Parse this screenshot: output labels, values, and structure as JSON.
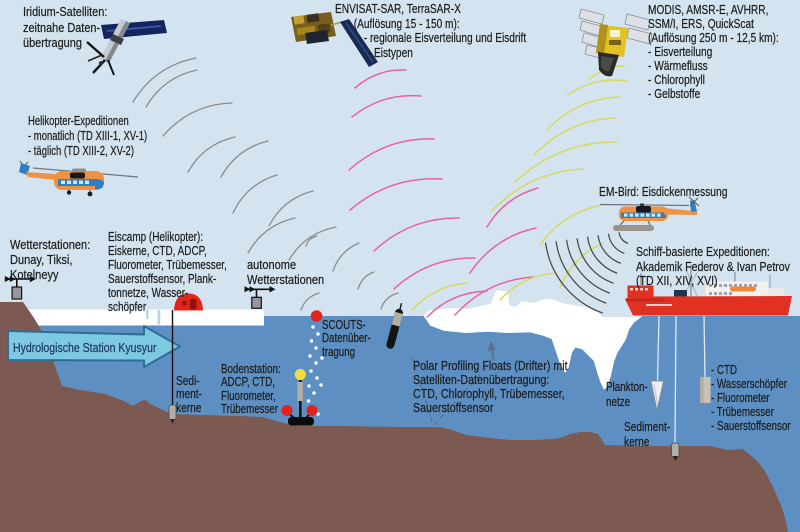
{
  "labels": {
    "iridium": [
      "Iridium-Satelliten:",
      "zeitnahe Daten-",
      "übertragung"
    ],
    "envisat": [
      "ENVISAT-SAR, TerraSAR-X",
      "(Auflösung 15 - 150 m):",
      "- regionale Eisverteilung und Eisdrift",
      "- Eistypen"
    ],
    "modis": [
      "MODIS, AMSR-E, AVHRR,",
      "SSM/I, ERS, QuickScat",
      "(Auflösung 250 m - 12,5 km):",
      "- Eisverteilung",
      "- Wärmefluss",
      "- Chlorophyll",
      "- Gelbstoffe"
    ],
    "heli_expeditionen": [
      "Helikopter-Expeditionen",
      "- monatlich (TD XIII-1, XV-1)",
      "- täglich (TD XIII-2, XV-2)"
    ],
    "wetterstationen": [
      "Wetterstationen:",
      "Dunay, Tiksi,",
      "Kotelneyy"
    ],
    "eiscamp": [
      "Eiscamp (Helikopter):",
      "Eiskerne, CTD, ADCP,",
      "Fluorometer, Trübemesser,",
      "Sauerstoffsensor, Plank-",
      "tonnetze, Wasser-",
      "schöpfer"
    ],
    "autonome": [
      "autonome",
      "Wetterstationen"
    ],
    "kyusyur": "Hydrologische Station Kyusyur",
    "scouts": [
      "SCOUTS-",
      "Datenüber-",
      "tragung"
    ],
    "bodenstation": [
      "Bodenstation:",
      "ADCP, CTD,",
      "Fluorometer,",
      "Trübemesser"
    ],
    "sediment_shelf": [
      "Sedi-",
      "ment-",
      "kerne"
    ],
    "polar_floats": [
      "Polar Profiling Floats (Drifter) mit",
      "Satelliten-Datenübertragung:",
      "CTD, Chlorophyll, Trübemesser,",
      "Sauerstoffsensor"
    ],
    "embird": "EM-Bird: Eisdickenmessung",
    "schiff": [
      "Schiff-basierte Expeditionen:",
      "Akademik Federov & Ivan Petrov",
      "(TD XII, XIV, XVI)"
    ],
    "plankton": [
      "Plankton-",
      "netze"
    ],
    "sediment_ship": [
      "Sediment-",
      "kerne"
    ],
    "ctd_list": [
      "- CTD",
      "- Wasserschöpfer",
      "- Fluorometer",
      "- Trübemesser",
      "- Sauerstoffsensor"
    ]
  },
  "colors": {
    "sky": "#d3e4f0",
    "sea": "#5d8fc2",
    "seafloor": "#7c5a52",
    "ice": "#ffffff",
    "red_instrument": "#e0251c",
    "yellow_float": "#f2dd3a",
    "pink_arcs": "#e8629f",
    "yellow_arcs": "#d6d95e",
    "gray_arcs": "#8b8b8b",
    "em_arcs": "#47473f",
    "arrow_fill": "#7ec9e2",
    "arrow_stroke": "#2e6e96",
    "arrow_text": "#21366b",
    "helicopter_orange": "#ee9141",
    "helicopter_blue": "#2f7fc1",
    "ship_red": "#e03122",
    "text": "#1d1d1b"
  },
  "icons": [
    "iridium-satellite-icon",
    "envisat-satellite-icon",
    "modis-satellite-icon",
    "helicopter-icon",
    "embird-helicopter-icon",
    "weather-station-icon",
    "ice-camp-dome-icon",
    "research-ship-icon",
    "scouts-buoy-icon",
    "bottom-station-icon",
    "polar-float-icon",
    "plankton-net-icon",
    "sediment-corer-icon",
    "ctd-rosette-icon",
    "flow-arrow-icon"
  ]
}
